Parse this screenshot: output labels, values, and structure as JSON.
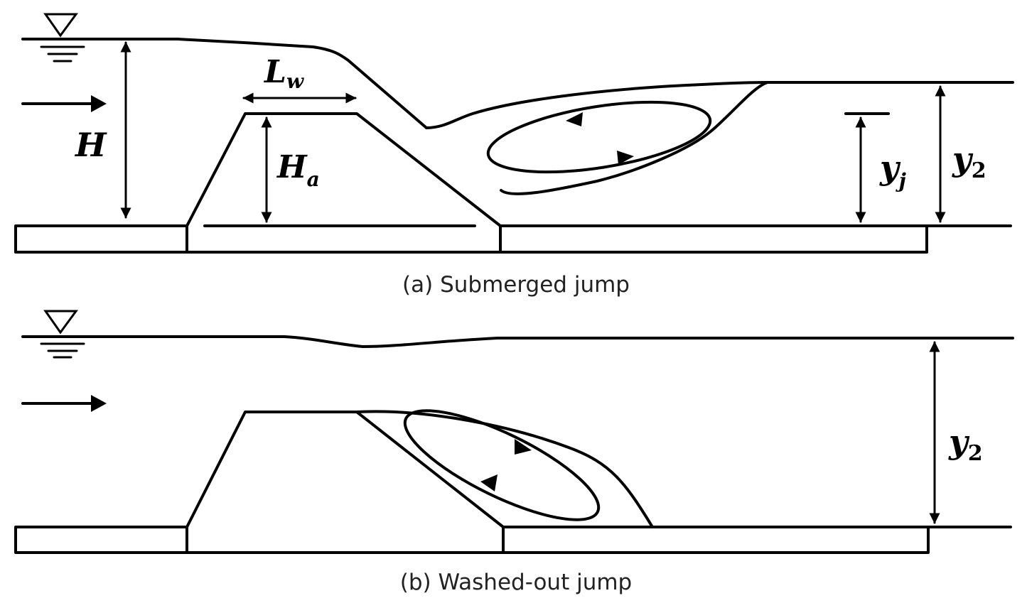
{
  "panels": [
    {
      "id": "a",
      "caption": "(a) Submerged jump",
      "labels": {
        "H": "H",
        "Lw_main": "L",
        "Lw_sub": "w",
        "Ha_main": "H",
        "Ha_sub": "a",
        "yj_main": "y",
        "yj_sub": "j",
        "y2_main": "y",
        "y2_sub": "2"
      }
    },
    {
      "id": "b",
      "caption": "(b) Washed-out jump",
      "labels": {
        "y2_main": "y",
        "y2_sub": "2"
      }
    }
  ]
}
